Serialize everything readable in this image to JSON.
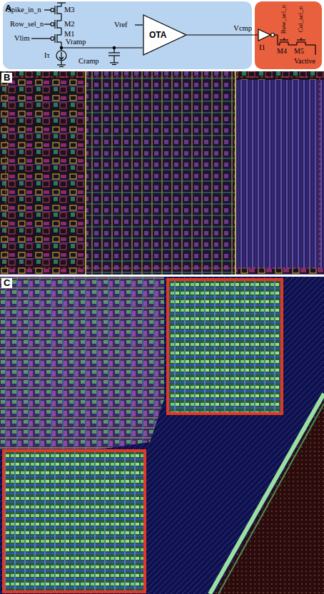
{
  "diagram": {
    "nodes": [
      {
        "text": [
          "OTA"
        ]
      },
      {
        "text": [
          "I1"
        ]
      }
    ],
    "edges": [
      {
        "from": 0,
        "to": 1,
        "label": "Vcmp",
        "arrow": "none"
      }
    ],
    "labels": [
      "A",
      "Spike_in_n",
      "M3",
      "Row_sel_n",
      "M2",
      "Vlim",
      "M1",
      "Vramp",
      "Iτ",
      "Cramp",
      "Vref",
      "+",
      "-",
      "Row_sel_n",
      "Col_sel_n",
      "M4",
      "M5",
      "Vactive",
      "B",
      "C"
    ]
  }
}
